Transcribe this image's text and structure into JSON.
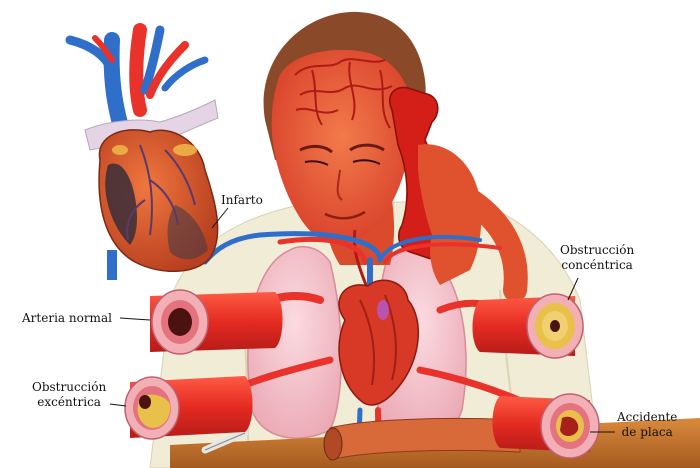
{
  "labels": {
    "infarto": "Infarto",
    "arteria_normal": "Arteria normal",
    "obstruccion_concentrica": "Obstrucción\nconcéntrica",
    "obstruccion_excentrica": "Obstrucción\nexcéntrica",
    "accidente_de_placa": "Accidente\nde placa"
  },
  "colors": {
    "artery_red": "#e8322a",
    "vein_blue": "#2f6fc9",
    "skin": "#e8552e",
    "hair": "#8a4a2a",
    "shirt": "#f1ecd6",
    "lung": "#f6c7cf",
    "desk": "#c9782e",
    "vessel_wall_pink": "#f2b0b6"
  },
  "icons": [
    "heart-illustration",
    "phone-illustration",
    "artery-cross-sections"
  ]
}
